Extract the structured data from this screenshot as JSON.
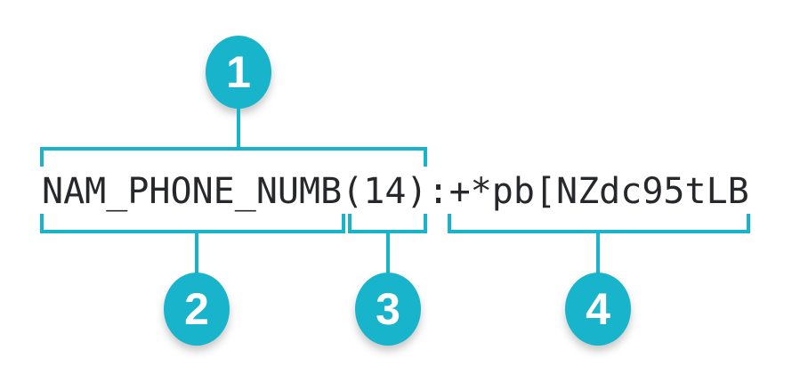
{
  "diagram": {
    "full_string": "NAM_PHONE_NUMB(14):+*pb[NZdc95tLB",
    "value_parts": {
      "field_name": "NAM_PHONE_NUMB",
      "length": "(14)",
      "separator": ":",
      "masked_value": "+*pb[NZdc95tLB"
    },
    "callouts": [
      {
        "number": "1",
        "covers": "NAM_PHONE_NUMB(14)"
      },
      {
        "number": "2",
        "covers": "NAM_PHONE_NUMB"
      },
      {
        "number": "3",
        "covers": "(14)"
      },
      {
        "number": "4",
        "covers": "+*pb[NZdc95tLB"
      }
    ],
    "colors": {
      "accent": "#17b4cb",
      "text": "#26282b",
      "badge_number": "#ffffff",
      "background": "#ffffff"
    }
  }
}
